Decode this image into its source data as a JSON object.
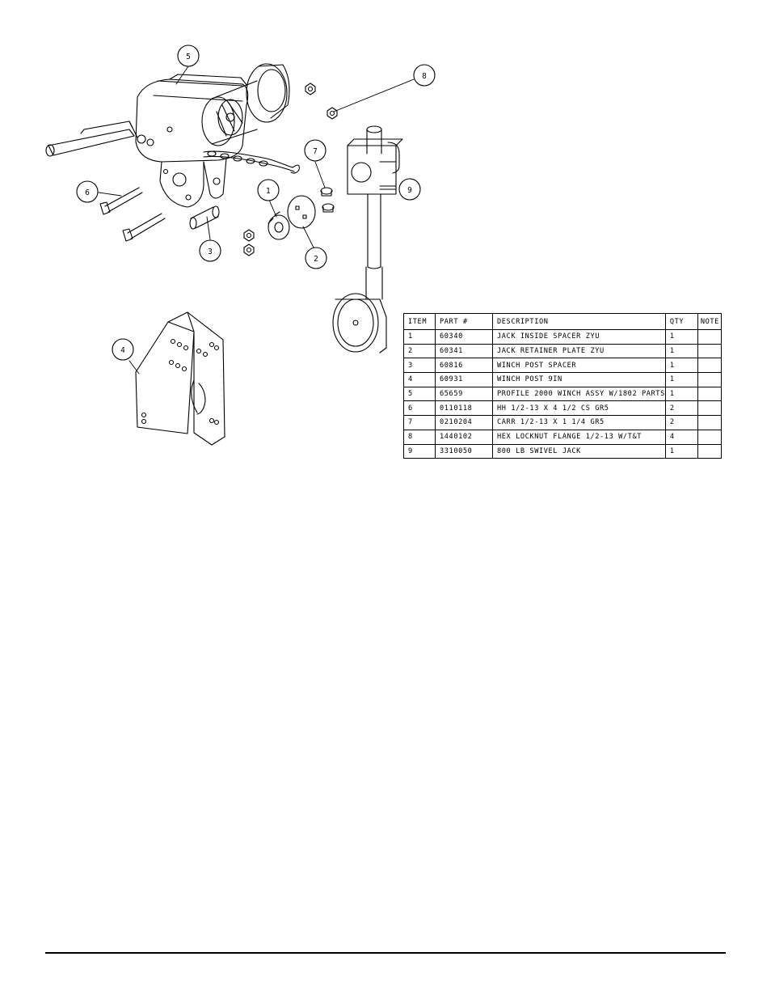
{
  "balloons": [
    "1",
    "2",
    "3",
    "4",
    "5",
    "6",
    "7",
    "8",
    "9"
  ],
  "bom": {
    "headers": [
      "ITEM",
      "PART #",
      "DESCRIPTION",
      "QTY",
      "NOTE"
    ],
    "rows": [
      {
        "item": "1",
        "part": "60340",
        "description": "JACK INSIDE SPACER ZYU",
        "qty": "1",
        "note": ""
      },
      {
        "item": "2",
        "part": "60341",
        "description": "JACK RETAINER PLATE ZYU",
        "qty": "1",
        "note": ""
      },
      {
        "item": "3",
        "part": "60816",
        "description": "WINCH POST SPACER",
        "qty": "1",
        "note": ""
      },
      {
        "item": "4",
        "part": "60931",
        "description": "WINCH POST 9IN",
        "qty": "1",
        "note": ""
      },
      {
        "item": "5",
        "part": "65659",
        "description": "PROFILE 2000 WINCH ASSY W/1802 PARTS",
        "qty": "1",
        "note": ""
      },
      {
        "item": "6",
        "part": "0110118",
        "description": "HH 1/2-13 X 4 1/2 CS GR5",
        "qty": "2",
        "note": ""
      },
      {
        "item": "7",
        "part": "0210204",
        "description": "CARR 1/2-13 X 1 1/4 GR5",
        "qty": "2",
        "note": ""
      },
      {
        "item": "8",
        "part": "1440102",
        "description": "HEX LOCKNUT FLANGE 1/2-13 W/T&T",
        "qty": "4",
        "note": ""
      },
      {
        "item": "9",
        "part": "3310050",
        "description": "800 LB SWIVEL JACK",
        "qty": "1",
        "note": ""
      }
    ]
  }
}
